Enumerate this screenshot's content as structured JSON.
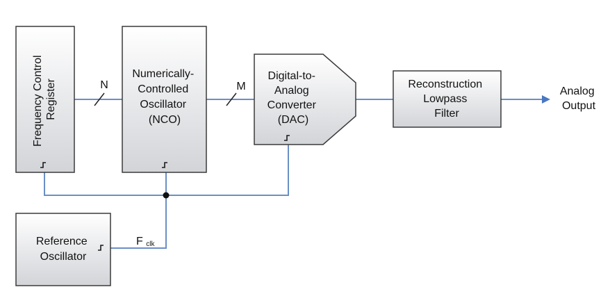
{
  "blocks": {
    "fcr": {
      "label": [
        "Frequency Control",
        "Register"
      ]
    },
    "nco": {
      "label": [
        "Numerically-",
        "Controlled",
        "Oscillator",
        "(NCO)"
      ]
    },
    "dac": {
      "label": [
        "Digital-to-",
        "Analog",
        "Converter",
        "(DAC)"
      ]
    },
    "filter": {
      "label": [
        "Reconstruction",
        "Lowpass",
        "Filter"
      ]
    },
    "ref": {
      "label": [
        "Reference",
        "Oscillator"
      ]
    }
  },
  "bus_labels": {
    "n": "N",
    "m": "M"
  },
  "clock_label": {
    "main": "F",
    "sub": "clk"
  },
  "output_label": [
    "Analog",
    "Output"
  ],
  "colors": {
    "wire": "#6a8fc6",
    "box_top": "#ffffff",
    "box_bottom": "#d2d4d8",
    "arrow": "#4a78c0"
  }
}
